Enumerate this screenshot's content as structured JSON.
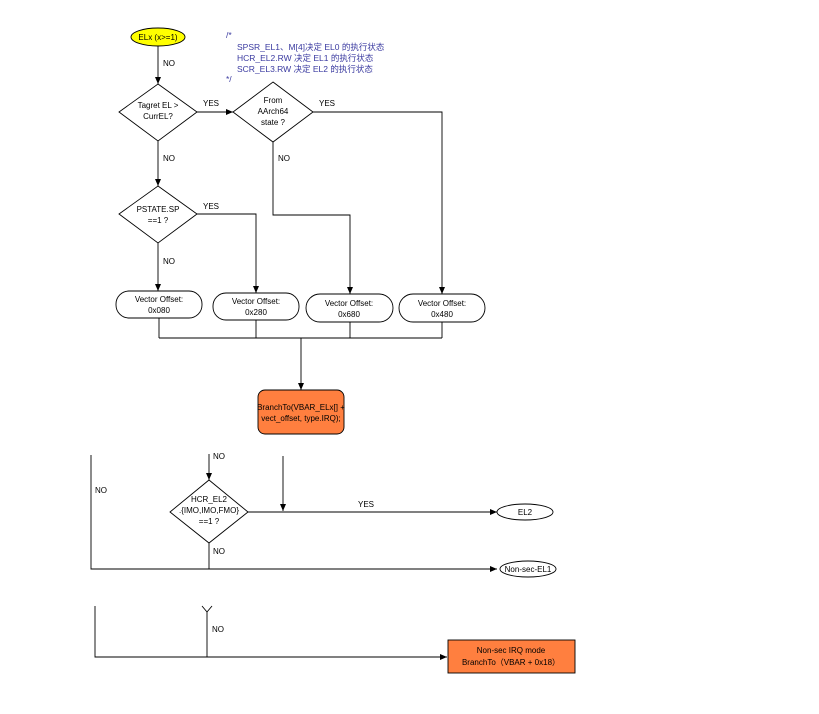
{
  "start_node": "ELx (x>=1)",
  "comment": {
    "open": "/*",
    "line1": "SPSR_EL1、M[4]决定 EL0 的执行状态",
    "line2": "HCR_EL2.RW 决定 EL1 的执行状态",
    "line3": "SCR_EL3.RW 决定 EL2 的执行状态",
    "close": "*/"
  },
  "decisions": {
    "target_el": [
      "Tagret EL >",
      "CurrEL?"
    ],
    "from_aarch64": [
      "From",
      "AArch64",
      "state ?"
    ],
    "pstate_sp": [
      "PSTATE.SP",
      "==1 ?"
    ],
    "hcr_el2": [
      "HCR_EL2",
      ".{IMO,IMO,FMO}",
      "==1 ?"
    ]
  },
  "vector_offsets": [
    {
      "label": "Vector Offset:",
      "value": "0x080"
    },
    {
      "label": "Vector Offset:",
      "value": "0x280"
    },
    {
      "label": "Vector Offset:",
      "value": "0x680"
    },
    {
      "label": "Vector Offset:",
      "value": "0x480"
    }
  ],
  "branch_box": [
    "BranchTo(VBAR_ELx[] +",
    "vect_offset, type.IRQ);"
  ],
  "terminals": {
    "el2": "EL2",
    "non_sec_el1": "Non-sec-EL1"
  },
  "non_sec_box": [
    "Non-sec IRQ mode",
    "BranchTo（VBAR + 0x18）"
  ],
  "edge_labels": {
    "yes": "YES",
    "no": "NO"
  },
  "colors": {
    "start_fill": "#ffff00",
    "branch_fill": "#ff7f3f",
    "comment_text": "#3a3aa0"
  }
}
